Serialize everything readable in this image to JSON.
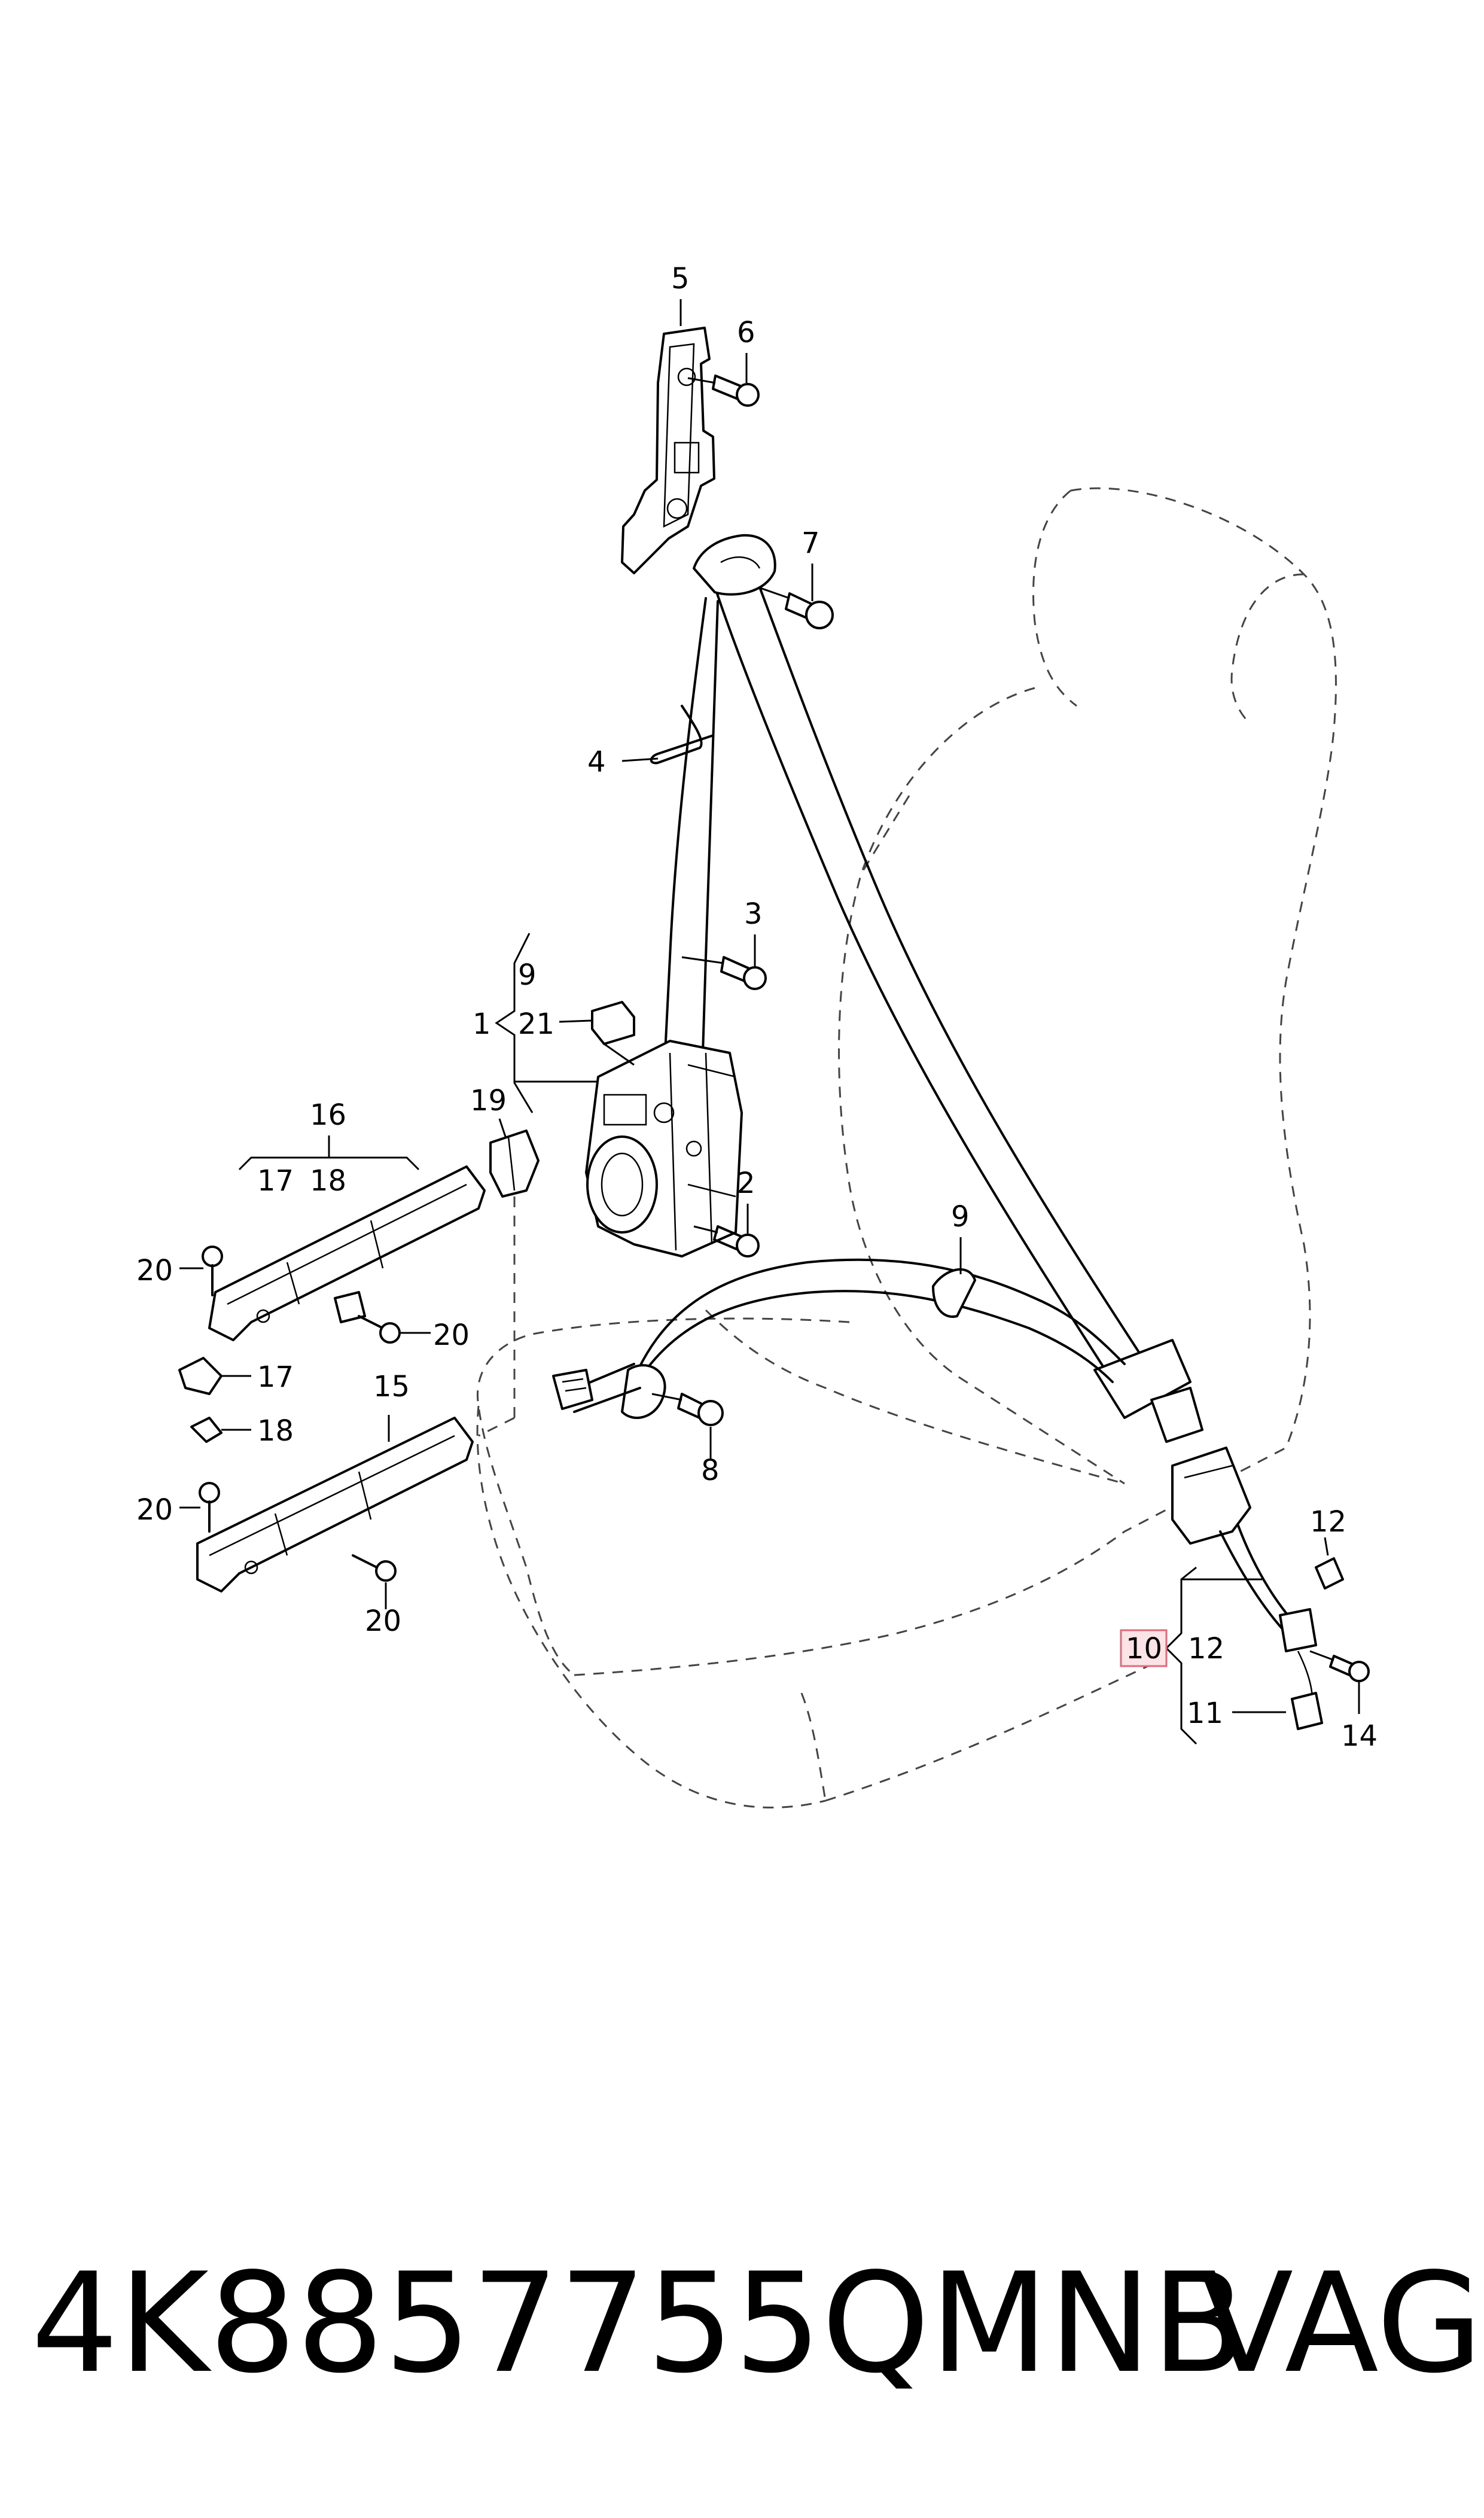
{
  "footer": {
    "part_number": "4K8857755QMNB",
    "brand": "VAG"
  },
  "callouts": {
    "c1": "1",
    "c2": "2",
    "c3": "3",
    "c4": "4",
    "c5": "5",
    "c6": "6",
    "c7": "7",
    "c8": "8",
    "c9a": "9",
    "c9b": "9",
    "c10": "10",
    "c11": "11",
    "c12a": "12",
    "c12b": "12",
    "c14": "14",
    "c15": "15",
    "c16": "16",
    "c17a": "17",
    "c17b": "17",
    "c18a": "18",
    "c18b": "18",
    "c19": "19",
    "c20a": "20",
    "c20b": "20",
    "c20c": "20",
    "c20d": "20",
    "c21": "21"
  },
  "colors": {
    "line": "#000000",
    "highlight_fill": "#fbe3e6",
    "highlight_stroke": "#e06a7a"
  }
}
